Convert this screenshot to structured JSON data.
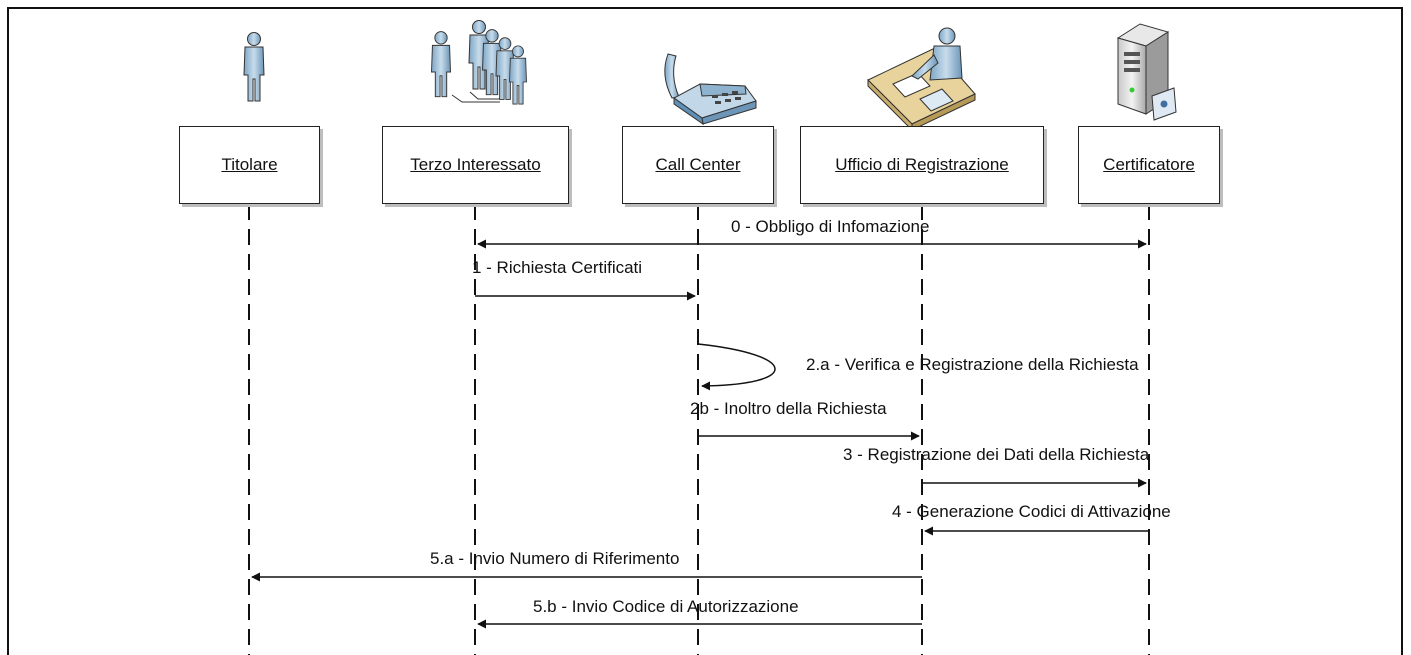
{
  "diagram": {
    "actors": [
      {
        "id": "titolare",
        "label": "Titolare",
        "icon": "person-icon"
      },
      {
        "id": "terzo",
        "label": "Terzo Interessato",
        "icon": "group-people-icon"
      },
      {
        "id": "callcenter",
        "label": "Call Center",
        "icon": "telephone-icon"
      },
      {
        "id": "ufficio",
        "label": "Ufficio di Registrazione",
        "icon": "registration-desk-icon"
      },
      {
        "id": "certificatore",
        "label": "Certificatore",
        "icon": "server-icon"
      }
    ],
    "messages": [
      {
        "label": "0 - Obbligo di Infomazione",
        "from": "certificatore",
        "to": "terzo",
        "bidirectional": true
      },
      {
        "label": "1 - Richiesta Certificati",
        "from": "terzo",
        "to": "callcenter"
      },
      {
        "label": "2.a - Verifica e Registrazione della Richiesta",
        "from": "callcenter",
        "to": "callcenter",
        "self": true
      },
      {
        "label": "2b - Inoltro della Richiesta",
        "from": "callcenter",
        "to": "ufficio"
      },
      {
        "label": "3 - Registrazione dei Dati della Richiesta",
        "from": "ufficio",
        "to": "certificatore"
      },
      {
        "label": "4 - Generazione Codici di Attivazione",
        "from": "certificatore",
        "to": "ufficio"
      },
      {
        "label": "5.a - Invio Numero di Riferimento",
        "from": "ufficio",
        "to": "titolare"
      },
      {
        "label": "5.b - Invio Codice di Autorizzazione",
        "from": "ufficio",
        "to": "terzo"
      }
    ],
    "colors": {
      "line": "#111111",
      "icon_body": "#a8c6dc",
      "icon_dark": "#5f8fb4",
      "box_shadow": "#bdbdbd"
    }
  }
}
